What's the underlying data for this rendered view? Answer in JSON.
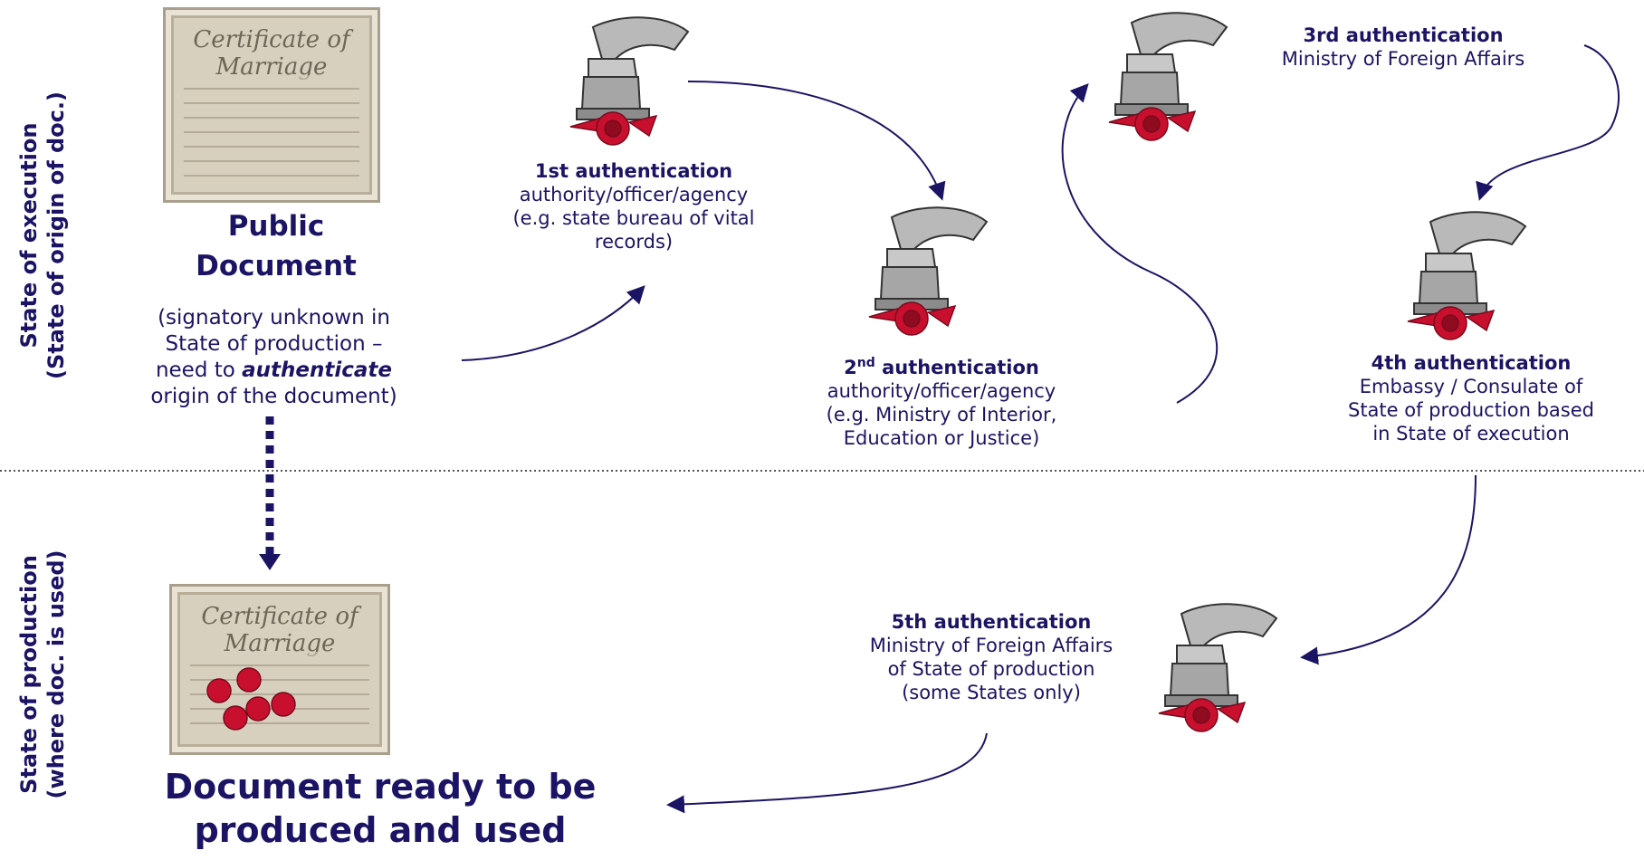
{
  "side_labels": {
    "execution_line1": "State of execution",
    "execution_line2": "(State of origin of doc.)",
    "production_line1": "State of production",
    "production_line2": "(where doc. is used)"
  },
  "public_document": {
    "certificate_title": "Certificate of Marriage",
    "title_line1": "Public",
    "title_line2": "Document",
    "desc_line1": "(signatory unknown in",
    "desc_line2": "State of production –",
    "desc_line3_a": "need to ",
    "desc_line3_em": "authenticate",
    "desc_line4": "origin of the document)"
  },
  "steps": {
    "first": {
      "title": "1st authentication",
      "line1": "authority/officer/agency",
      "line2": "(e.g. state bureau of vital",
      "line3": "records)"
    },
    "second": {
      "title_num": "2",
      "title_sup": "nd",
      "title_rest": " authentication",
      "line1": "authority/officer/agency",
      "line2": "(e.g. Ministry of Interior,",
      "line3": "Education or Justice)"
    },
    "third": {
      "title": "3rd authentication",
      "line1": "Ministry of Foreign Affairs"
    },
    "fourth": {
      "title": "4th authentication",
      "line1": "Embassy / Consulate of",
      "line2": "State of production based",
      "line3": "in State of execution"
    },
    "fifth": {
      "title": "5th authentication",
      "line1": "Ministry of Foreign Affairs",
      "line2": "of State of production",
      "line3": "(some States only)"
    }
  },
  "final_document": {
    "certificate_title": "Certificate of Marriage",
    "line1": "Document ready to be",
    "line2": "produced and used"
  },
  "colors": {
    "text": "#1b1464",
    "seal_red": "#c8102e",
    "stamp_gray": "#b9b9b9"
  },
  "icons": [
    "certificate-icon",
    "embosser-stamp-icon",
    "wax-seal-icon"
  ]
}
